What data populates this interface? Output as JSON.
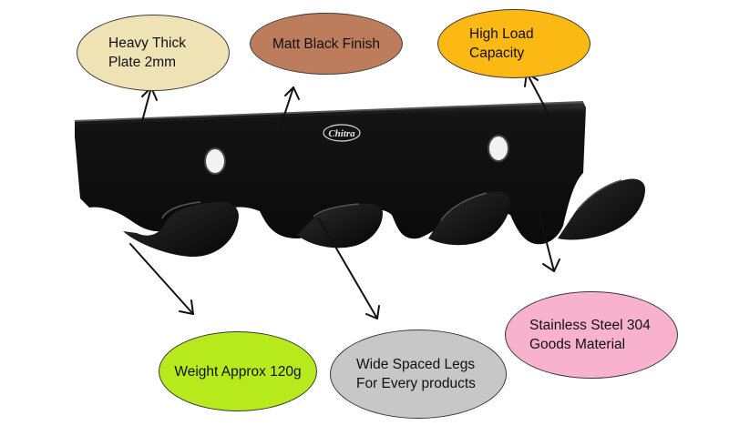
{
  "product": {
    "logo_text": "Chitra"
  },
  "callouts": {
    "plate": {
      "lines": [
        "Heavy Thick",
        "Plate 2mm"
      ],
      "color": "#efe3b6"
    },
    "finish": {
      "lines": [
        "Matt Black Finish"
      ],
      "color": "#bd7d5c"
    },
    "load": {
      "lines": [
        "High Load",
        "Capacity"
      ],
      "color": "#fdb913"
    },
    "steel": {
      "lines": [
        "Stainless Steel 304",
        "Goods Material"
      ],
      "color": "#f9b2cd"
    },
    "weight": {
      "lines": [
        "Weight Approx 120g"
      ],
      "color": "#b6ea1d"
    },
    "legs": {
      "lines": [
        "Wide Spaced Legs",
        "For Every products"
      ],
      "color": "#c7c7c7"
    }
  }
}
